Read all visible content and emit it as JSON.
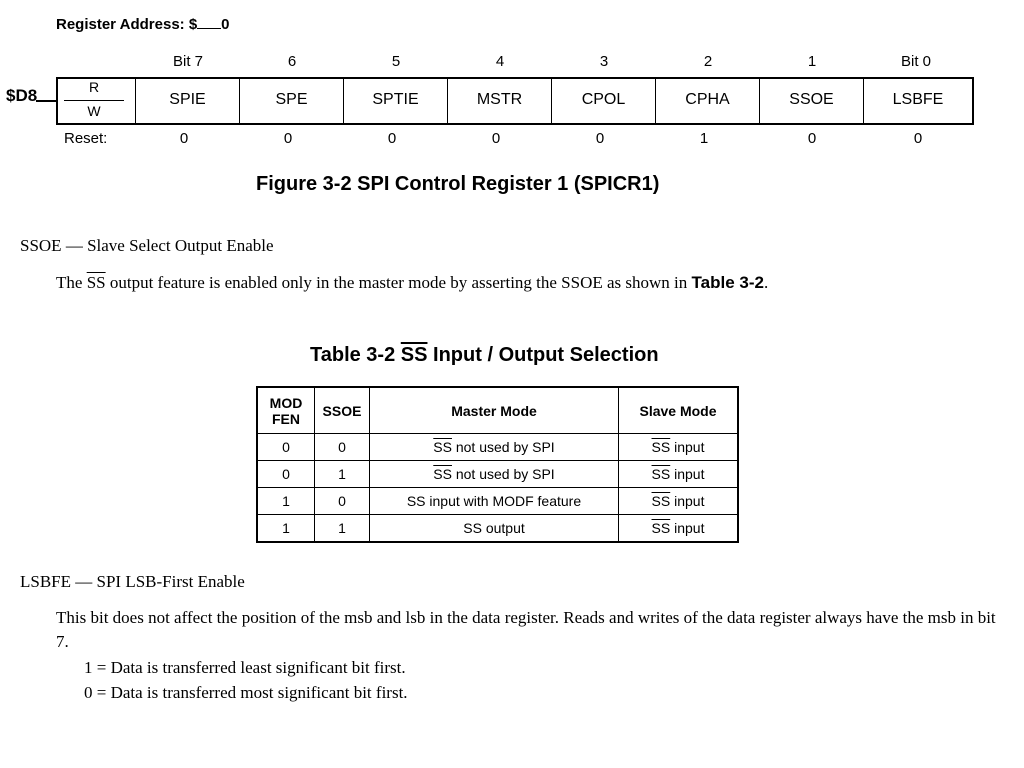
{
  "register": {
    "address_prefix": "Register Address: $",
    "address_suffix": "0",
    "side_label": "$D8",
    "bit_numbers": [
      "Bit 7",
      "6",
      "5",
      "4",
      "3",
      "2",
      "1",
      "Bit 0"
    ],
    "rw_read": "R",
    "rw_write": "W",
    "bits": [
      "SPIE",
      "SPE",
      "SPTIE",
      "MSTR",
      "CPOL",
      "CPHA",
      "SSOE",
      "LSBFE"
    ],
    "reset_label": "Reset:",
    "reset_values": [
      "0",
      "0",
      "0",
      "0",
      "0",
      "1",
      "0",
      "0"
    ]
  },
  "figure_caption": "Figure 3-2  SPI Control Register 1 (SPICR1)",
  "ssoe": {
    "heading": "SSOE — Slave Select Output Enable",
    "body_pre": "The ",
    "body_ss": "SS",
    "body_mid": " output feature is enabled only in the master mode by asserting the SSOE as shown in ",
    "body_ref": "Table 3-2",
    "body_end": "."
  },
  "table": {
    "caption_pre": "Table 3-2 ",
    "caption_ss": "SS",
    "caption_post": " Input / Output Selection",
    "header_modfen_1": "MOD",
    "header_modfen_2": "FEN",
    "header_ssoe": "SSOE",
    "header_master": "Master Mode",
    "header_slave": "Slave Mode",
    "rows": [
      {
        "modfen": "0",
        "ssoe": "0",
        "master_ss": "SS",
        "master_text": " not used by SPI",
        "slave_ss": "SS",
        "slave_text": " input"
      },
      {
        "modfen": "0",
        "ssoe": "1",
        "master_ss": "SS",
        "master_text": " not used by SPI",
        "slave_ss": "SS",
        "slave_text": " input"
      },
      {
        "modfen": "1",
        "ssoe": "0",
        "master_ss": "",
        "master_text": "SS input with MODF feature",
        "slave_ss": "SS",
        "slave_text": " input"
      },
      {
        "modfen": "1",
        "ssoe": "1",
        "master_ss": "",
        "master_text": "SS output",
        "slave_ss": "SS",
        "slave_text": " input"
      }
    ]
  },
  "lsbfe": {
    "heading": "LSBFE — SPI LSB-First Enable",
    "body": "This bit does not affect the position of the msb and lsb in the data register. Reads and writes of the data register always have the msb in bit 7.",
    "option_1": "1 = Data is transferred least significant bit first.",
    "option_0": "0 = Data is transferred most significant bit first."
  }
}
